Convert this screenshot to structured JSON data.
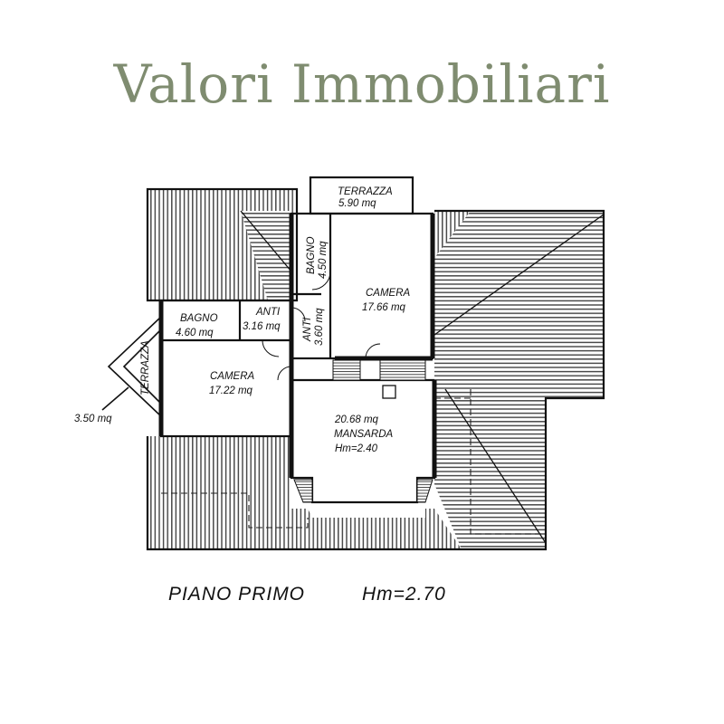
{
  "header": {
    "brand": "Valori Immobiliari",
    "brand_color": "#7f8c70"
  },
  "rooms": [
    {
      "id": "terrazza_top_name",
      "text": "TERRAZZA"
    },
    {
      "id": "terrazza_top_area",
      "text": "5.90  mq"
    },
    {
      "id": "bagno_top_name",
      "text": "BAGNO"
    },
    {
      "id": "bagno_top_area",
      "text": "4.50  mq"
    },
    {
      "id": "camera_right_name",
      "text": "CAMERA"
    },
    {
      "id": "camera_right_area",
      "text": "17.66  mq"
    },
    {
      "id": "anti_small_name",
      "text": "ANTI"
    },
    {
      "id": "anti_small_area",
      "text": "3.60  mq"
    },
    {
      "id": "bagno_left_name",
      "text": "BAGNO"
    },
    {
      "id": "bagno_left_area",
      "text": "4.60  mq"
    },
    {
      "id": "anti_left_name",
      "text": "ANTI"
    },
    {
      "id": "anti_left_area",
      "text": "3.16  mq"
    },
    {
      "id": "camera_left_name",
      "text": "CAMERA"
    },
    {
      "id": "camera_left_area",
      "text": "17.22  mq"
    },
    {
      "id": "terrazza_left_name",
      "text": "TERRAZZA"
    },
    {
      "id": "terrazza_left_area",
      "text": "3.50  mq"
    },
    {
      "id": "mansarda_area",
      "text": "20.68  mq"
    },
    {
      "id": "mansarda_name",
      "text": "MANSARDA"
    },
    {
      "id": "mansarda_height",
      "text": "Hm=2.40"
    }
  ],
  "footer": {
    "floor_name": "PIANO  PRIMO",
    "height": "Hm=2.70"
  }
}
